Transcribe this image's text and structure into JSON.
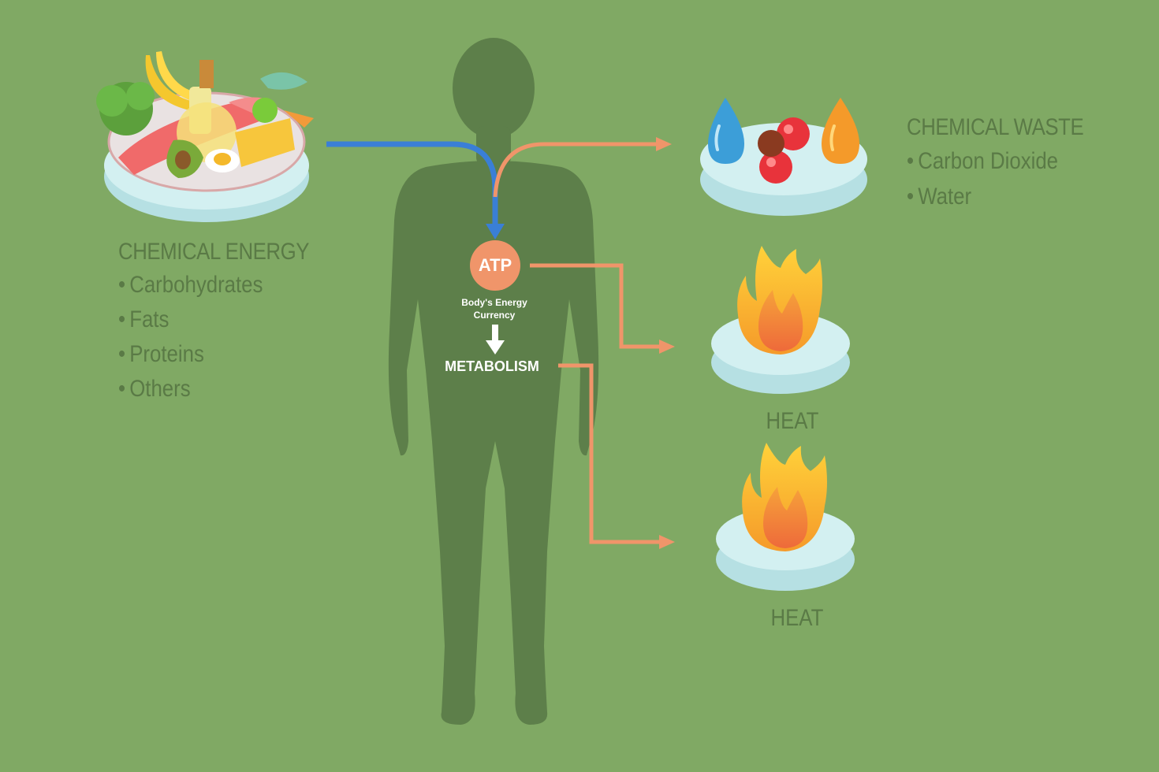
{
  "chemical_energy": {
    "title": "CHEMICAL ENERGY",
    "items": [
      "Carbohydrates",
      "Fats",
      "Proteins",
      "Others"
    ]
  },
  "chemical_waste": {
    "title": "CHEMICAL WASTE",
    "items": [
      "Carbon Dioxide",
      "Water"
    ]
  },
  "atp": {
    "label": "ATP",
    "caption": "Body's Energy Currency",
    "process": "METABOLISM"
  },
  "heat_outputs": [
    "HEAT",
    "HEAT"
  ],
  "colors": {
    "background": "#80a964",
    "silhouette": "#5d7f4a",
    "input_arrow": "#3a7fd6",
    "output_arrow": "#f0956a",
    "atp_circle": "#f0956a",
    "text": "#5a7a46",
    "platform": "#cdeeee"
  },
  "icons": [
    "food-plate-icon",
    "human-silhouette-icon",
    "water-drops-icon",
    "flame-icon",
    "flame-icon"
  ]
}
